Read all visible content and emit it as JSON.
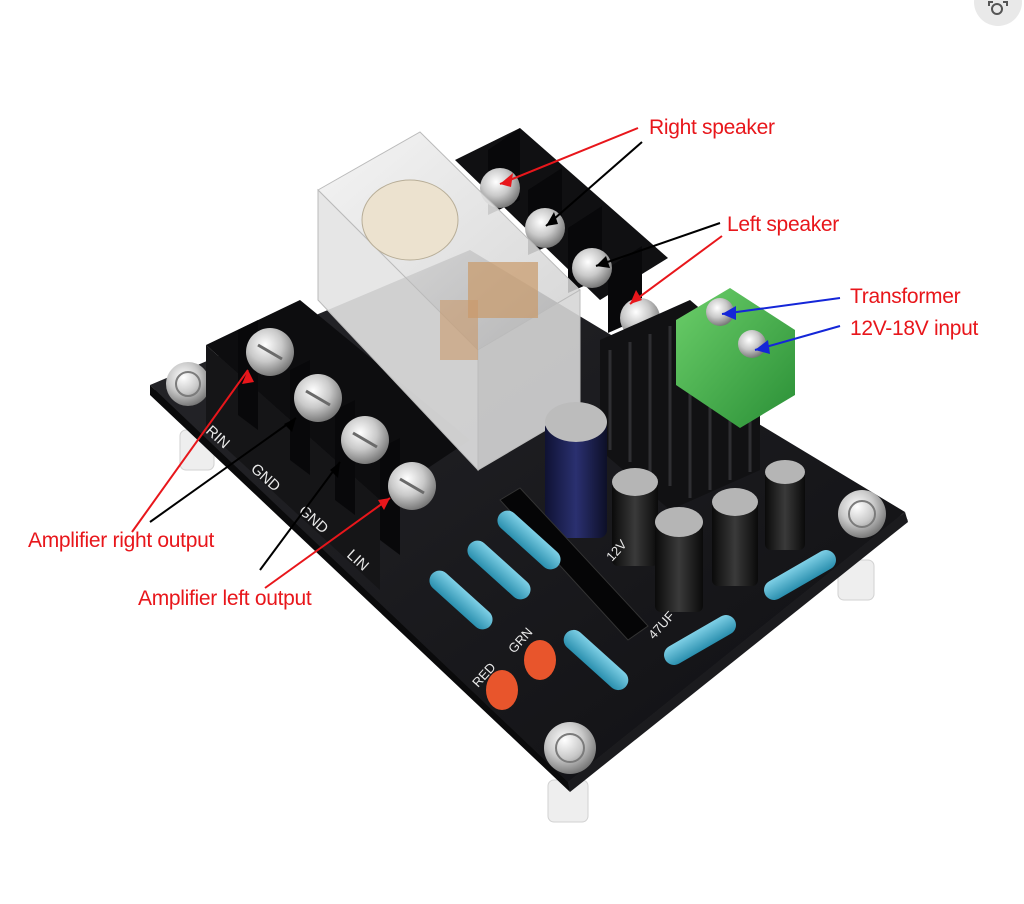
{
  "callouts": {
    "right_speaker": "Right speaker",
    "left_speaker": "Left speaker",
    "transformer_line1": "Transformer",
    "transformer_line2": "12V-18V input",
    "amp_right_output": "Amplifier right output",
    "amp_left_output": "Amplifier left output"
  },
  "board_labels": {
    "rin": "RIN",
    "gnd1": "GND",
    "gnd2": "GND",
    "lin": "LIN",
    "red_led": "RED",
    "grn_led": "GRN",
    "cap_value": "47UF",
    "v12": "12V"
  },
  "colors": {
    "callout_text": "#e8161b",
    "red_leader": "#e8161b",
    "black_leader": "#000000",
    "blue_leader": "#1426d8",
    "pcb": "#151518",
    "terminal_green": "#3fb24a"
  },
  "icons": {
    "top_right_button": "visual-search-icon"
  }
}
